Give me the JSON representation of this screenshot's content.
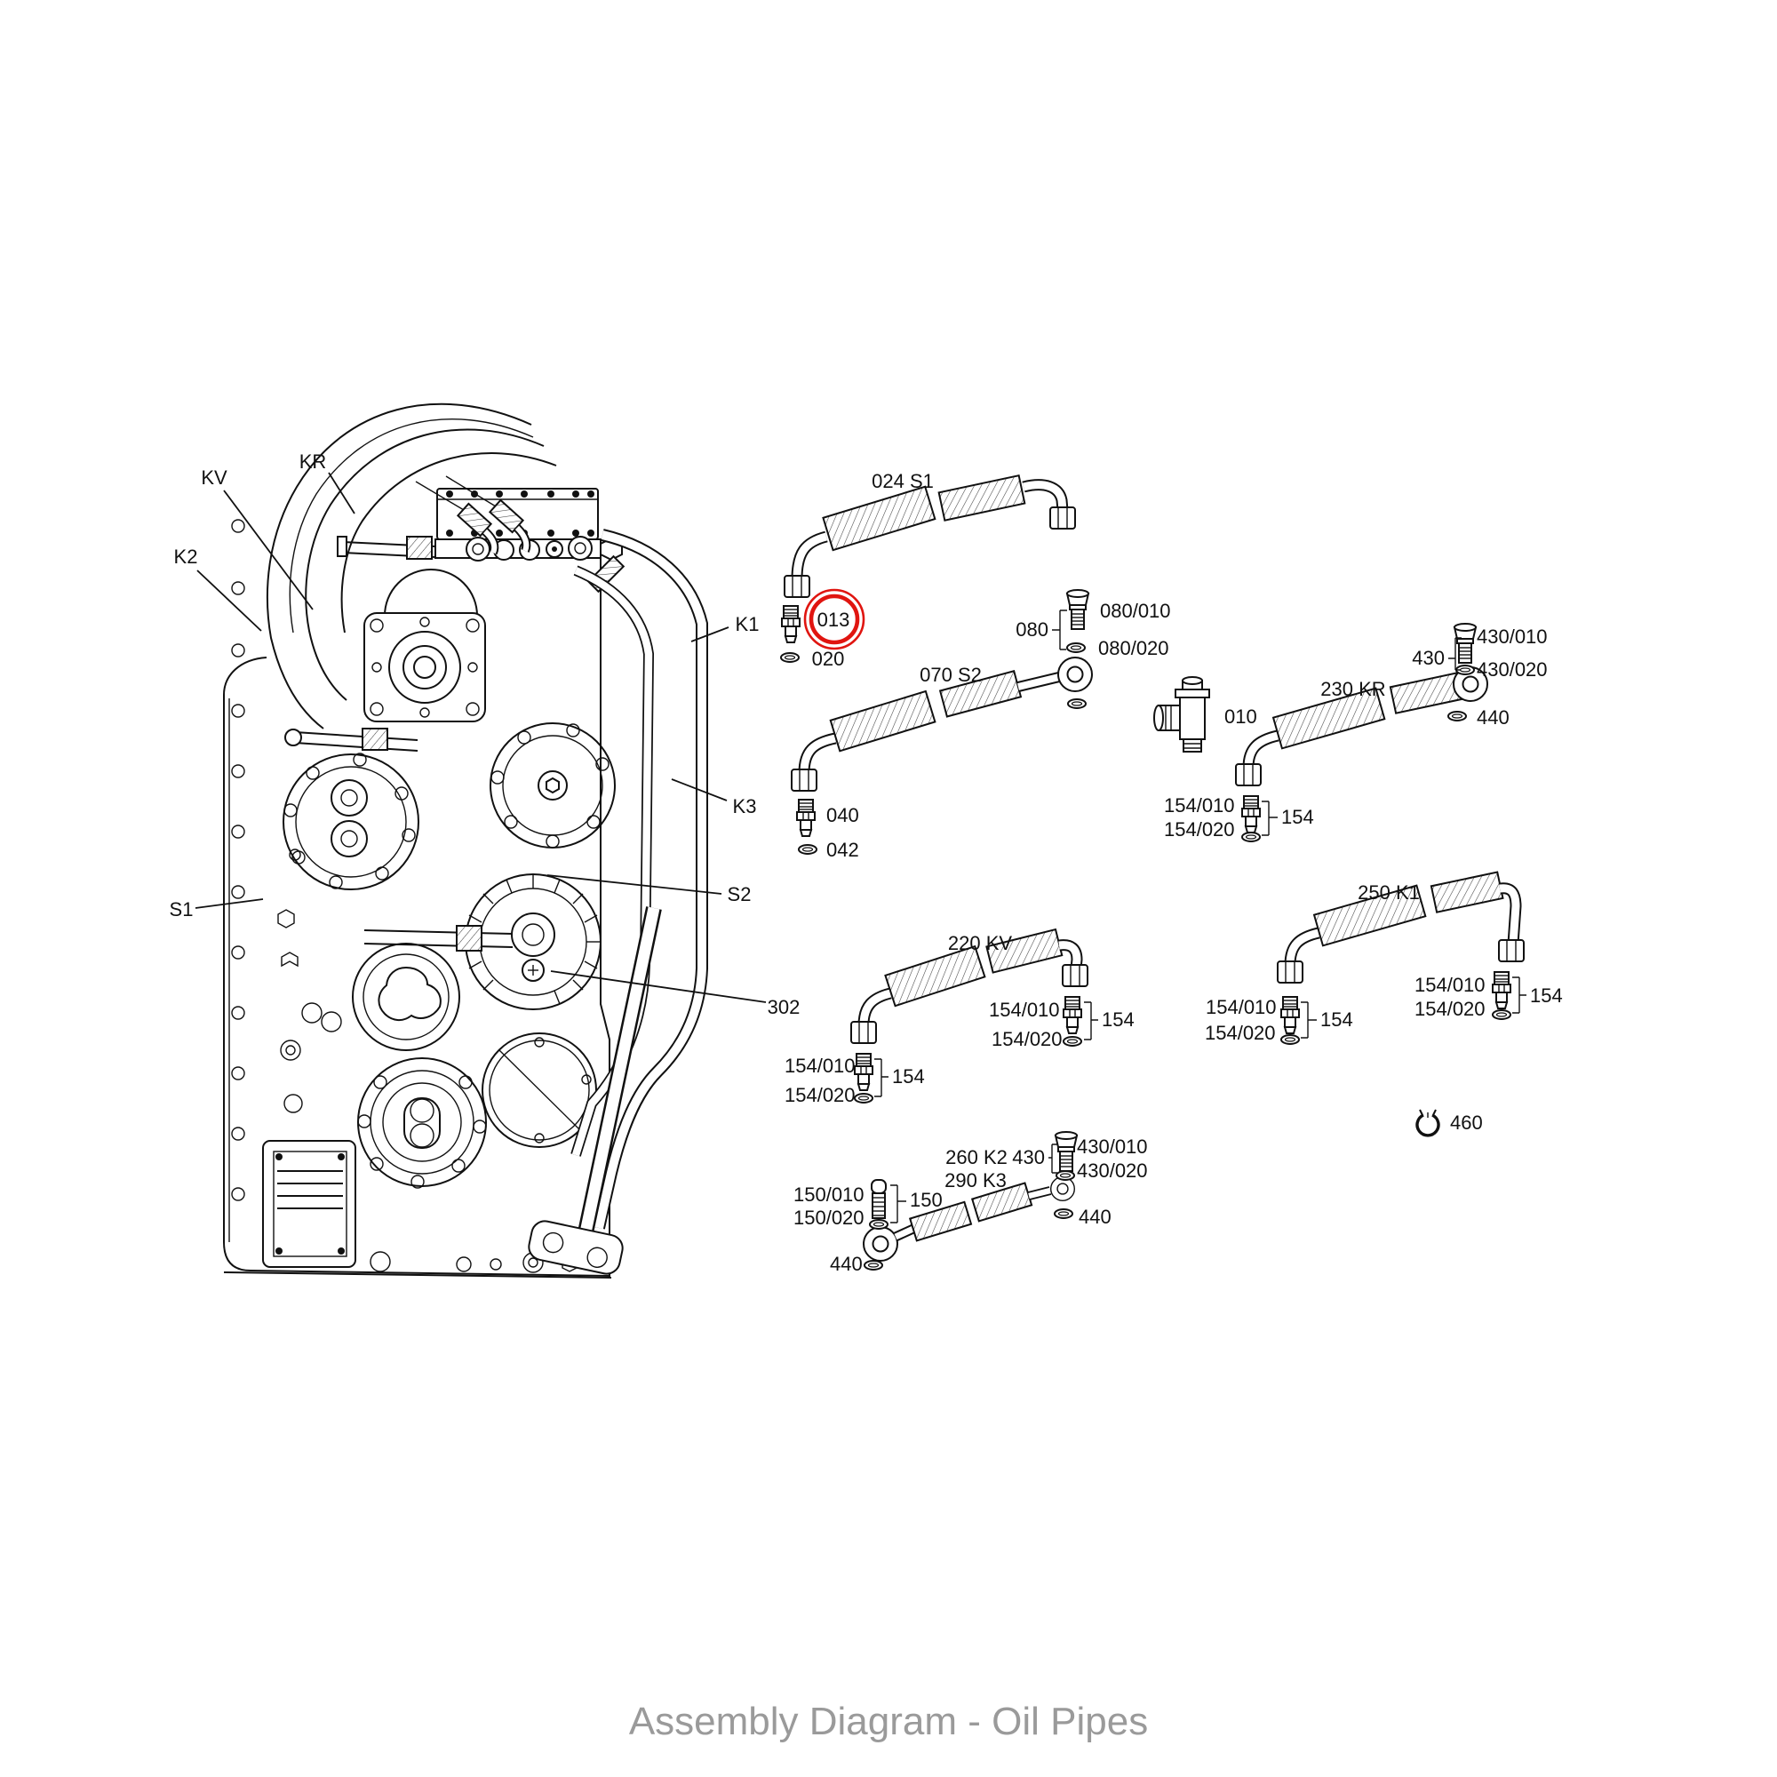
{
  "caption": "Assembly Diagram - Oil Pipes",
  "colors": {
    "highlight_red": "#e01510",
    "line": "#111111",
    "caption_gray": "#9a9a9a"
  },
  "machine": {
    "labels": {
      "kr": "KR",
      "kv": "KV",
      "k2": "K2",
      "k1": "K1",
      "k3": "K3",
      "s1": "S1",
      "s2": "S2",
      "p302": "302"
    }
  },
  "parts": {
    "p024": "024 S1",
    "p013": "013",
    "p020": "020",
    "p070": "070 S2",
    "p040": "040",
    "p042": "042",
    "p080": "080",
    "p080_010": "080/010",
    "p080_020": "080/020",
    "p010": "010",
    "p230": "230 KR",
    "p430": "430",
    "p430_010": "430/010",
    "p430_020": "430/020",
    "p440": "440",
    "p154": "154",
    "p154_010": "154/010",
    "p154_020": "154/020",
    "p250": "250 K1",
    "p220": "220 KV",
    "p260": "260 K2",
    "p290": "290 K3",
    "p150": "150",
    "p150_010": "150/010",
    "p150_020": "150/020",
    "p460": "460"
  }
}
